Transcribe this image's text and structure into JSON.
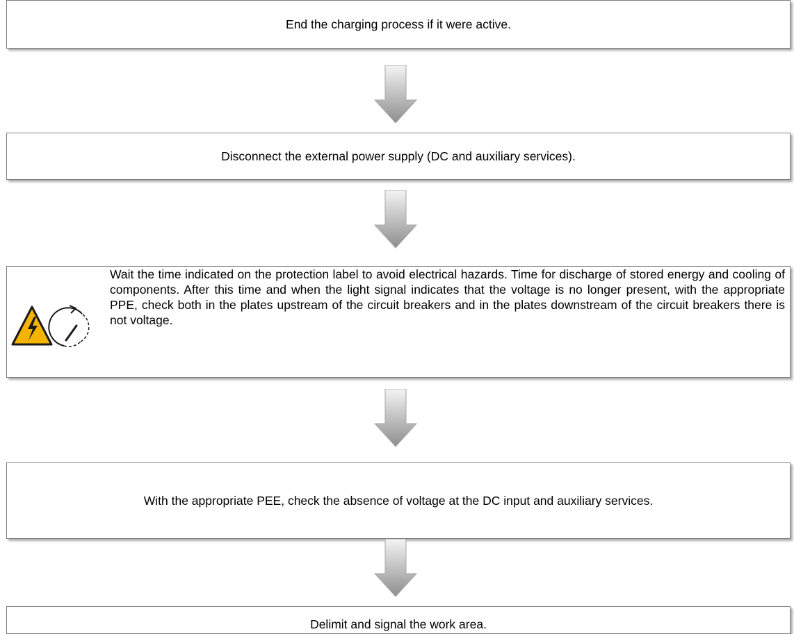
{
  "steps": [
    {
      "text": "End the charging process if it were active."
    },
    {
      "text": "Disconnect the external power supply (DC and auxiliary services)."
    },
    {
      "text": "Wait the time indicated on the protection label to avoid electrical hazards. Time for discharge of stored energy and cooling of components. After this time and when the light signal indicates that the voltage is no longer present, with the appropriate PPE, check both in the plates upstream of the circuit breakers and in the plates downstream of the circuit breakers there is not voltage."
    },
    {
      "text": "With the appropriate PEE, check the absence of voltage at the DC input and auxiliary services."
    },
    {
      "text": "Delimit and signal the work area."
    }
  ],
  "icons": {
    "warning": "electrical-hazard-warning-icon",
    "timer": "wait-timer-icon",
    "arrow": "down-arrow-icon"
  },
  "colors": {
    "box_border": "#7f7f7f",
    "warning_yellow": "#f5b400",
    "arrow_light": "#f2f2f2",
    "arrow_dark": "#9a9a9a"
  }
}
